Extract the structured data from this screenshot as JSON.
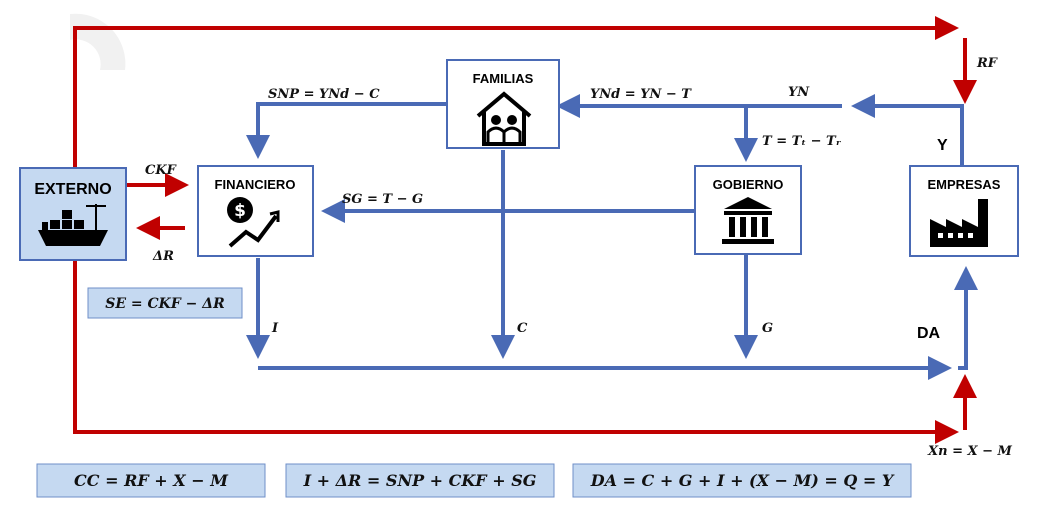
{
  "nodes": {
    "familias": "FAMILIAS",
    "financiero": "FINANCIERO",
    "gobierno": "GOBIERNO",
    "empresas": "EMPRESAS",
    "externo": "EXTERNO"
  },
  "labels": {
    "snp": "SNP = YNd − C",
    "ynd": "YNd = YN − T",
    "yn": "YN",
    "rf": "RF",
    "y": "Y",
    "t": "T = Tₜ − Tᵣ",
    "ckf": "CKF",
    "delta_r": "ΔR",
    "sg": "SG = T  − G",
    "i": "I",
    "c": "C",
    "g": "G",
    "da": "DA",
    "xn": "Xn = X  − M"
  },
  "equations": {
    "se": "SE = CKF − ΔR",
    "cc": "CC = RF + X − M",
    "savings": "I + ΔR = SNP + CKF + SG",
    "demand": "DA = C + G + I + (X − M) = Q = Y"
  },
  "colors": {
    "blue_flow": "#4a6ab5",
    "red_flow": "#c00000",
    "box_fill": "#c5d9f1",
    "box_border": "#6f8fc8"
  }
}
